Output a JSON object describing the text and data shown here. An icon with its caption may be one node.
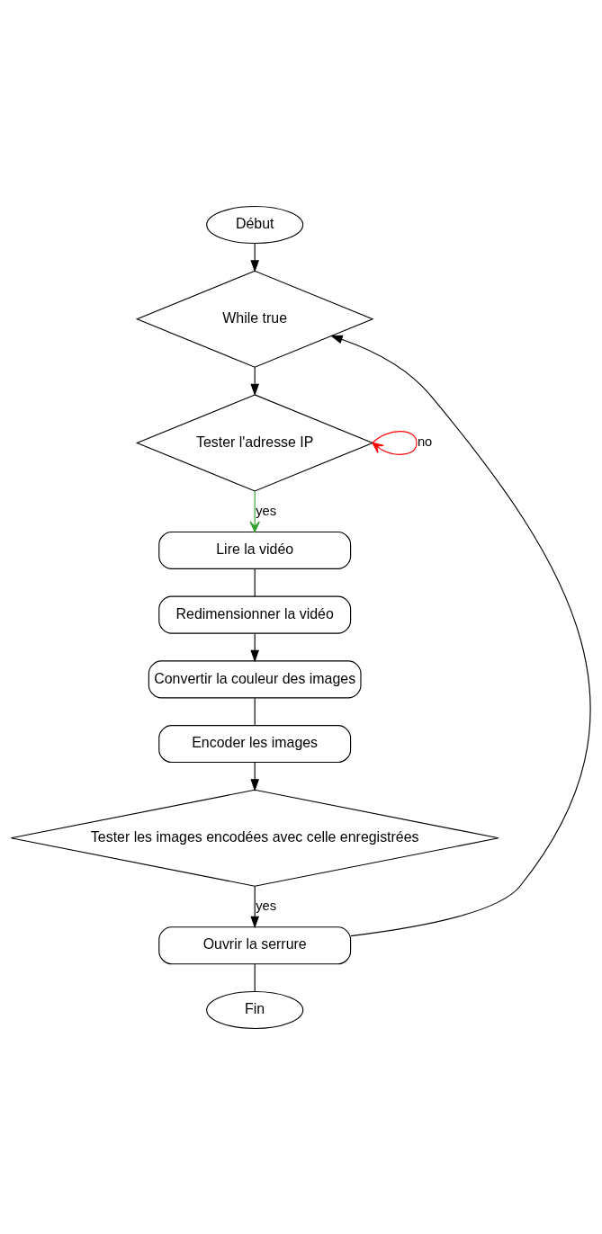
{
  "diagram": {
    "nodes": [
      {
        "text": [
          "Début"
        ]
      },
      {
        "text": [
          "While true"
        ]
      },
      {
        "text": [
          "Tester l'adresse IP"
        ]
      },
      {
        "text": [
          "Lire la vidéo"
        ]
      },
      {
        "text": [
          "Redimensionner la vidéo"
        ]
      },
      {
        "text": [
          "Convertir la couleur des images"
        ]
      },
      {
        "text": [
          "Encoder les images"
        ]
      },
      {
        "text": [
          "Tester les images encodées avec celle enregistrées"
        ]
      },
      {
        "text": [
          "Ouvrir la serrure"
        ]
      },
      {
        "text": [
          "Fin"
        ]
      }
    ],
    "edges": [
      {
        "from": 0,
        "to": 1,
        "arrow": "to"
      },
      {
        "from": 1,
        "to": 2,
        "arrow": "to"
      },
      {
        "from": 2,
        "to": 2,
        "arrow": "to",
        "label": "no",
        "color": "#ff0000"
      },
      {
        "from": 2,
        "to": 3,
        "arrow": "to",
        "label": "yes",
        "color": "#33a02c"
      },
      {
        "from": 3,
        "to": 4,
        "arrow": "none"
      },
      {
        "from": 4,
        "to": 5,
        "arrow": "to"
      },
      {
        "from": 5,
        "to": 6,
        "arrow": "none"
      },
      {
        "from": 6,
        "to": 7,
        "arrow": "to"
      },
      {
        "from": 7,
        "to": 8,
        "arrow": "to",
        "label": "yes"
      },
      {
        "from": 8,
        "to": 9,
        "arrow": "none"
      },
      {
        "from": 8,
        "to": 1,
        "arrow": "to"
      }
    ]
  }
}
